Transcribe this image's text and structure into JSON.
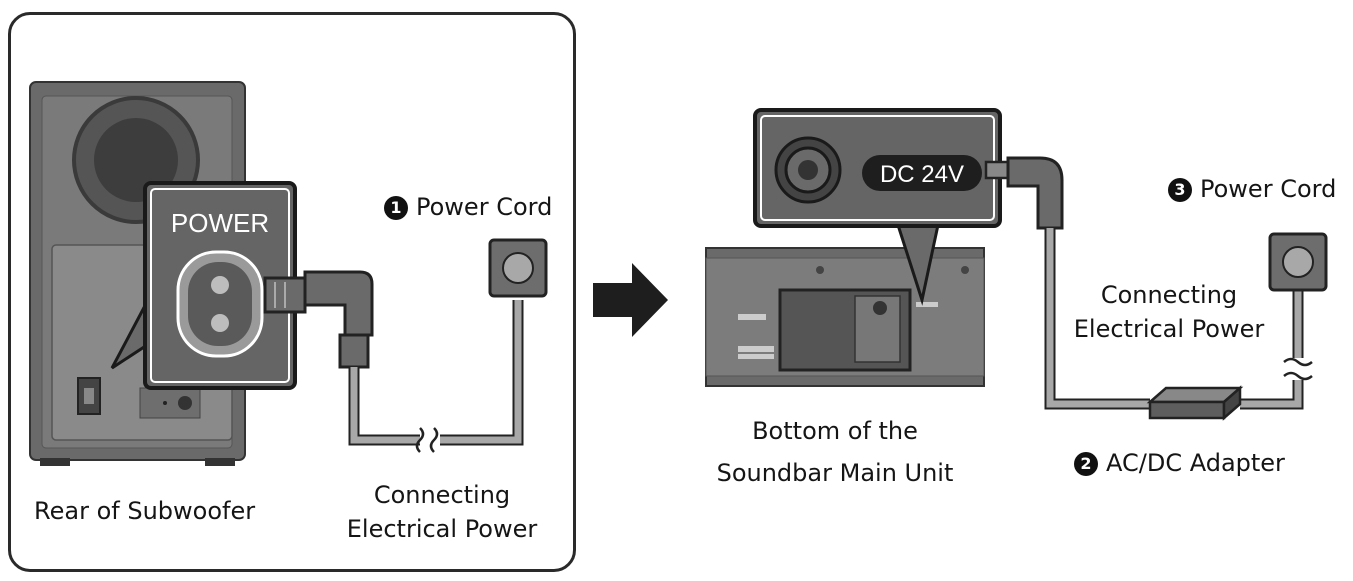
{
  "left_panel": {
    "power_label": "POWER",
    "step_number": "1",
    "power_cord": "Power Cord",
    "connecting_line1": "Connecting",
    "connecting_line2": "Electrical Power",
    "caption": "Rear of Subwoofer"
  },
  "right_panel": {
    "dc_label": "DC 24V",
    "step3_number": "3",
    "power_cord": "Power Cord",
    "connecting_line1": "Connecting",
    "connecting_line2": "Electrical Power",
    "step2_number": "2",
    "adapter": "AC/DC Adapter",
    "caption_line1": "Bottom of the",
    "caption_line2": "Soundbar Main Unit"
  },
  "colors": {
    "outline": "#2a2a2a",
    "device_dark": "#5e5e5e",
    "device_mid": "#8a8a8a",
    "cable": "#a8a8a8",
    "socket": "#6d6d6d"
  }
}
